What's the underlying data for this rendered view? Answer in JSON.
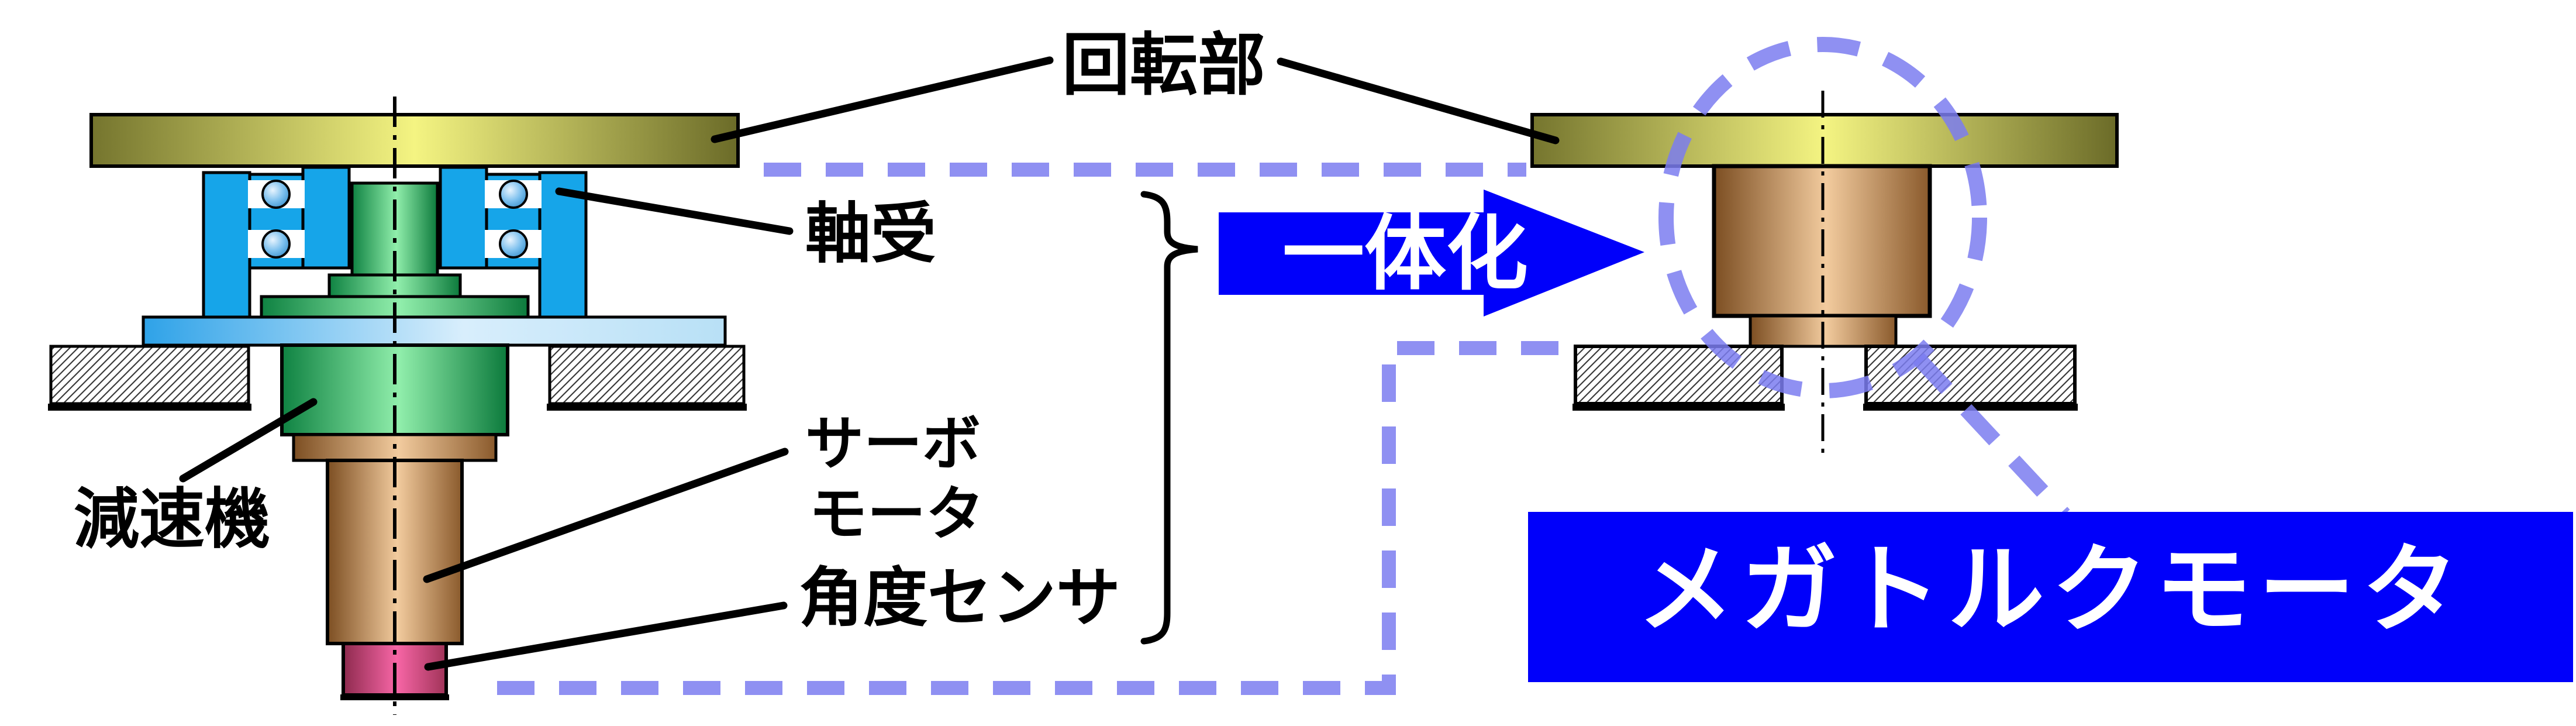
{
  "labels": {
    "rotating_part": "回転部",
    "bearing": "軸受",
    "reducer": "減速機",
    "servo_motor_line1": "サーボ",
    "servo_motor_line2": "モータ",
    "angle_sensor": "角度センサ",
    "integration_arrow": "一体化",
    "megatorque_motor": "メガトルクモータ"
  },
  "colors": {
    "background": "#ffffff",
    "integration_blue": "#0000fa",
    "dashed_periwinkle": "#7b7df0",
    "bearing_cyan": "#16a5e9",
    "disc_khaki_dark": "#6b6b28",
    "disc_khaki_light": "#f4f482",
    "reducer_green_dark": "#0f8242",
    "reducer_green_light": "#90eeab",
    "motor_tan_dark": "#7c4e22",
    "motor_tan_light": "#f2cb9e",
    "sensor_pink_dark": "#8e2a4e",
    "sensor_pink_light": "#f766a6",
    "plate_blue": "#2ea2e8",
    "plate_blue_light": "#d8eefc",
    "outline": "#000000"
  }
}
